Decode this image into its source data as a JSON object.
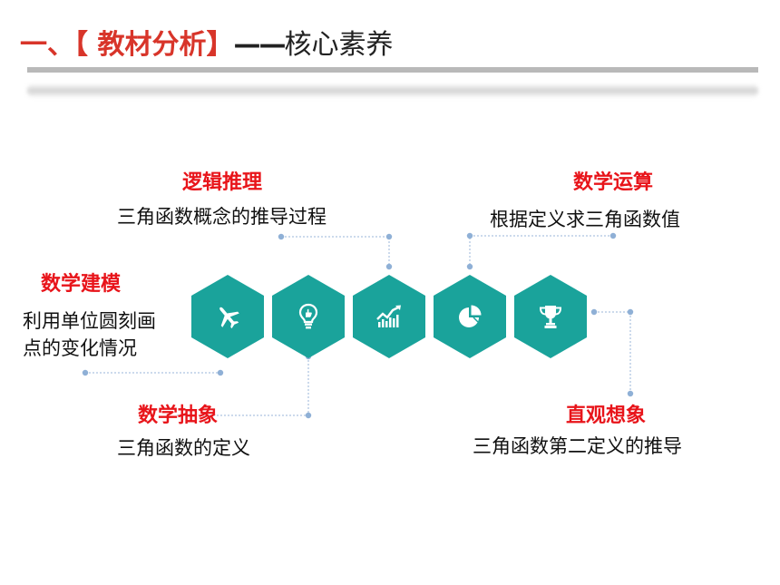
{
  "header": {
    "prefix": "一、【 教材分析】",
    "dash": "——",
    "suffix": "核心素养"
  },
  "items": [
    {
      "title": "逻辑推理",
      "desc": "三角函数概念的推导过程"
    },
    {
      "title": "数学运算",
      "desc": "根据定义求三角函数值"
    },
    {
      "title": "数学建模",
      "desc_line1": "利用单位圆刻画",
      "desc_line2": "点的变化情况"
    },
    {
      "title": "数学抽象",
      "desc": "三角函数的定义"
    },
    {
      "title": "直观想象",
      "desc": "三角函数第二定义的推导"
    }
  ],
  "icons": [
    "airplane-icon",
    "lightbulb-icon",
    "growth-chart-icon",
    "pie-chart-icon",
    "trophy-icon"
  ],
  "colors": {
    "title_red": "#d8352a",
    "label_red": "#e8141a",
    "hex_teal": "#1aa39b",
    "connector": "#8fb0d6"
  }
}
